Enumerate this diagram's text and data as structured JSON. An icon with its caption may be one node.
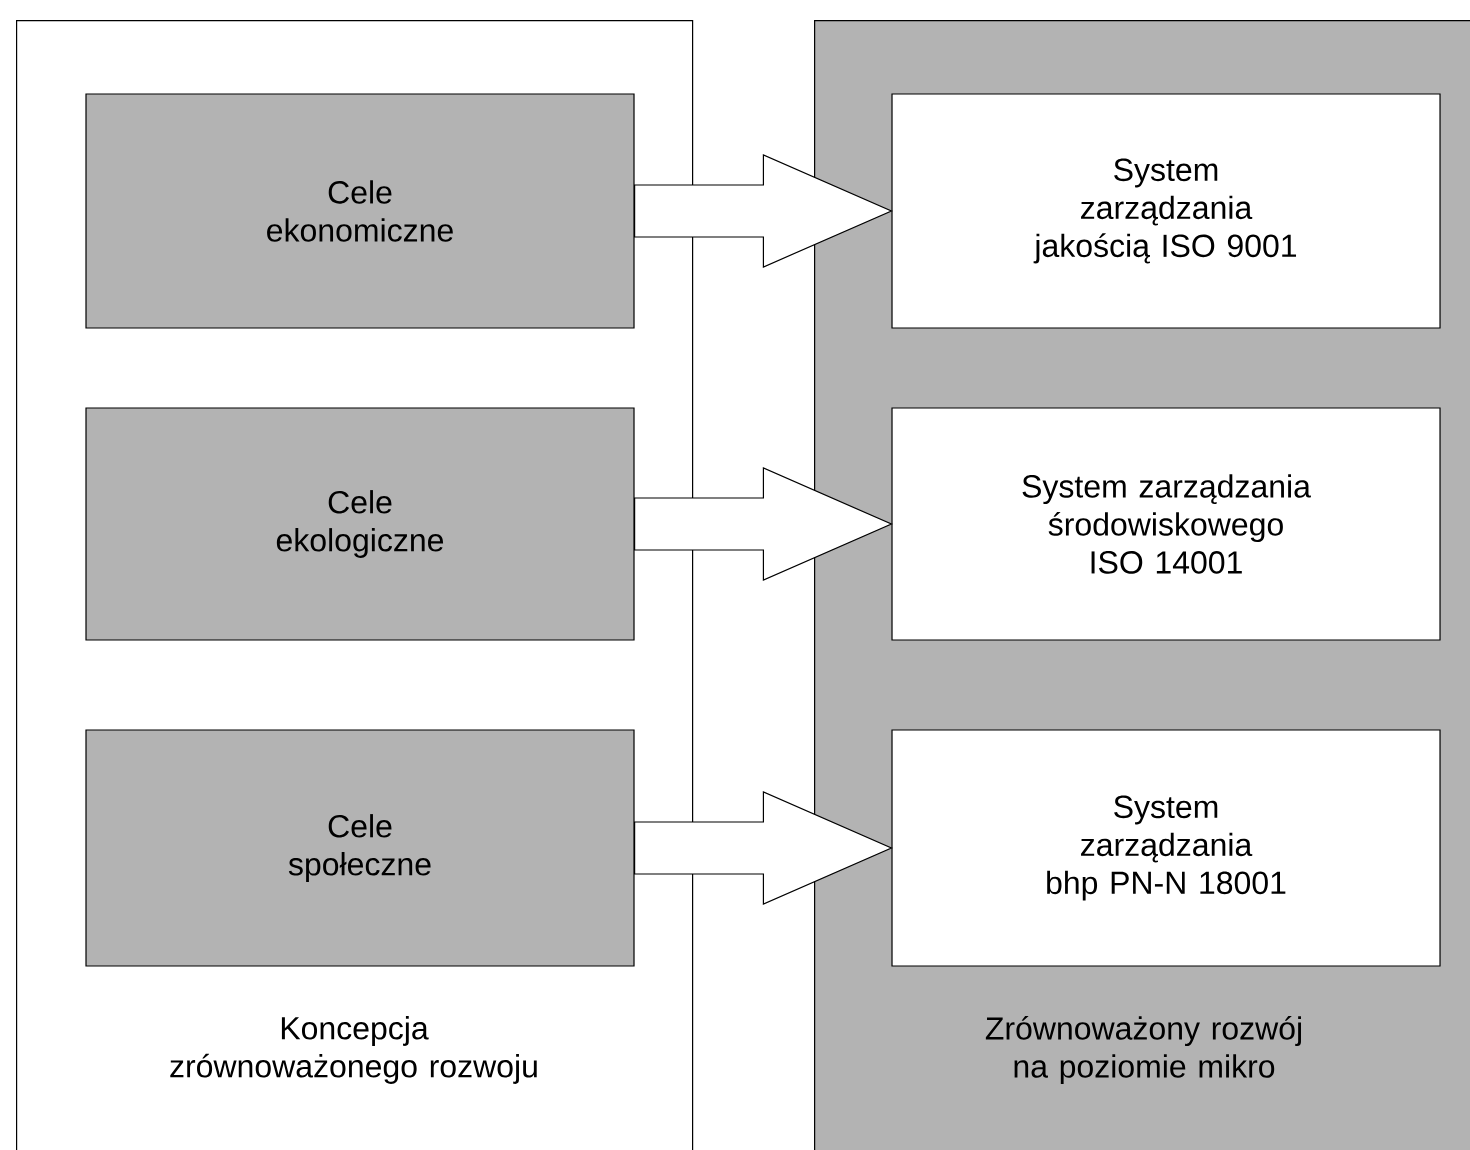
{
  "diagram": {
    "nodes": [
      {
        "text": [
          "Koncepcja zrównoważonego rozwoju"
        ]
      },
      {
        "text": [
          "Cele ekonomiczne"
        ],
        "in": 0
      },
      {
        "text": [
          "Cele ekologiczne"
        ],
        "in": 0
      },
      {
        "text": [
          "Cele społeczne"
        ],
        "in": 0
      },
      {
        "text": [
          "Zrównoważony rozwój na poziomie mikro"
        ]
      },
      {
        "text": [
          "System zarządzania jakością ISO 9001"
        ],
        "in": 4
      },
      {
        "text": [
          "System zarządzania środowiskowego ISO 14001"
        ],
        "in": 4
      },
      {
        "text": [
          "System zarządzania bhp  PN-N 18001"
        ],
        "in": 4
      }
    ],
    "edges": [
      {
        "from": 1,
        "to": 5,
        "arrow": "to"
      },
      {
        "from": 2,
        "to": 6,
        "arrow": "to"
      },
      {
        "from": 3,
        "to": 7,
        "arrow": "to"
      }
    ]
  }
}
